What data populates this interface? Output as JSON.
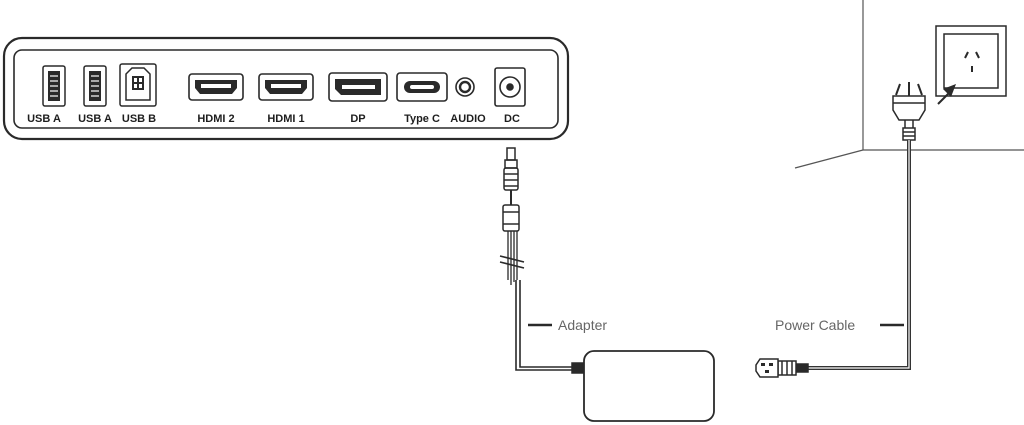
{
  "ports": [
    {
      "id": "usb-a-1",
      "label": "USB A"
    },
    {
      "id": "usb-a-2",
      "label": "USB A"
    },
    {
      "id": "usb-b",
      "label": "USB B"
    },
    {
      "id": "hdmi-2",
      "label": "HDMI 2"
    },
    {
      "id": "hdmi-1",
      "label": "HDMI 1"
    },
    {
      "id": "dp",
      "label": "DP"
    },
    {
      "id": "type-c",
      "label": "Type C"
    },
    {
      "id": "audio",
      "label": "AUDIO"
    },
    {
      "id": "dc",
      "label": "DC"
    }
  ],
  "callouts": {
    "adapter": "Adapter",
    "power_cable": "Power Cable"
  },
  "colors": {
    "line": "#2a2a2a",
    "cable": "#333333",
    "callout_text": "#666666",
    "wall": "#555555"
  }
}
